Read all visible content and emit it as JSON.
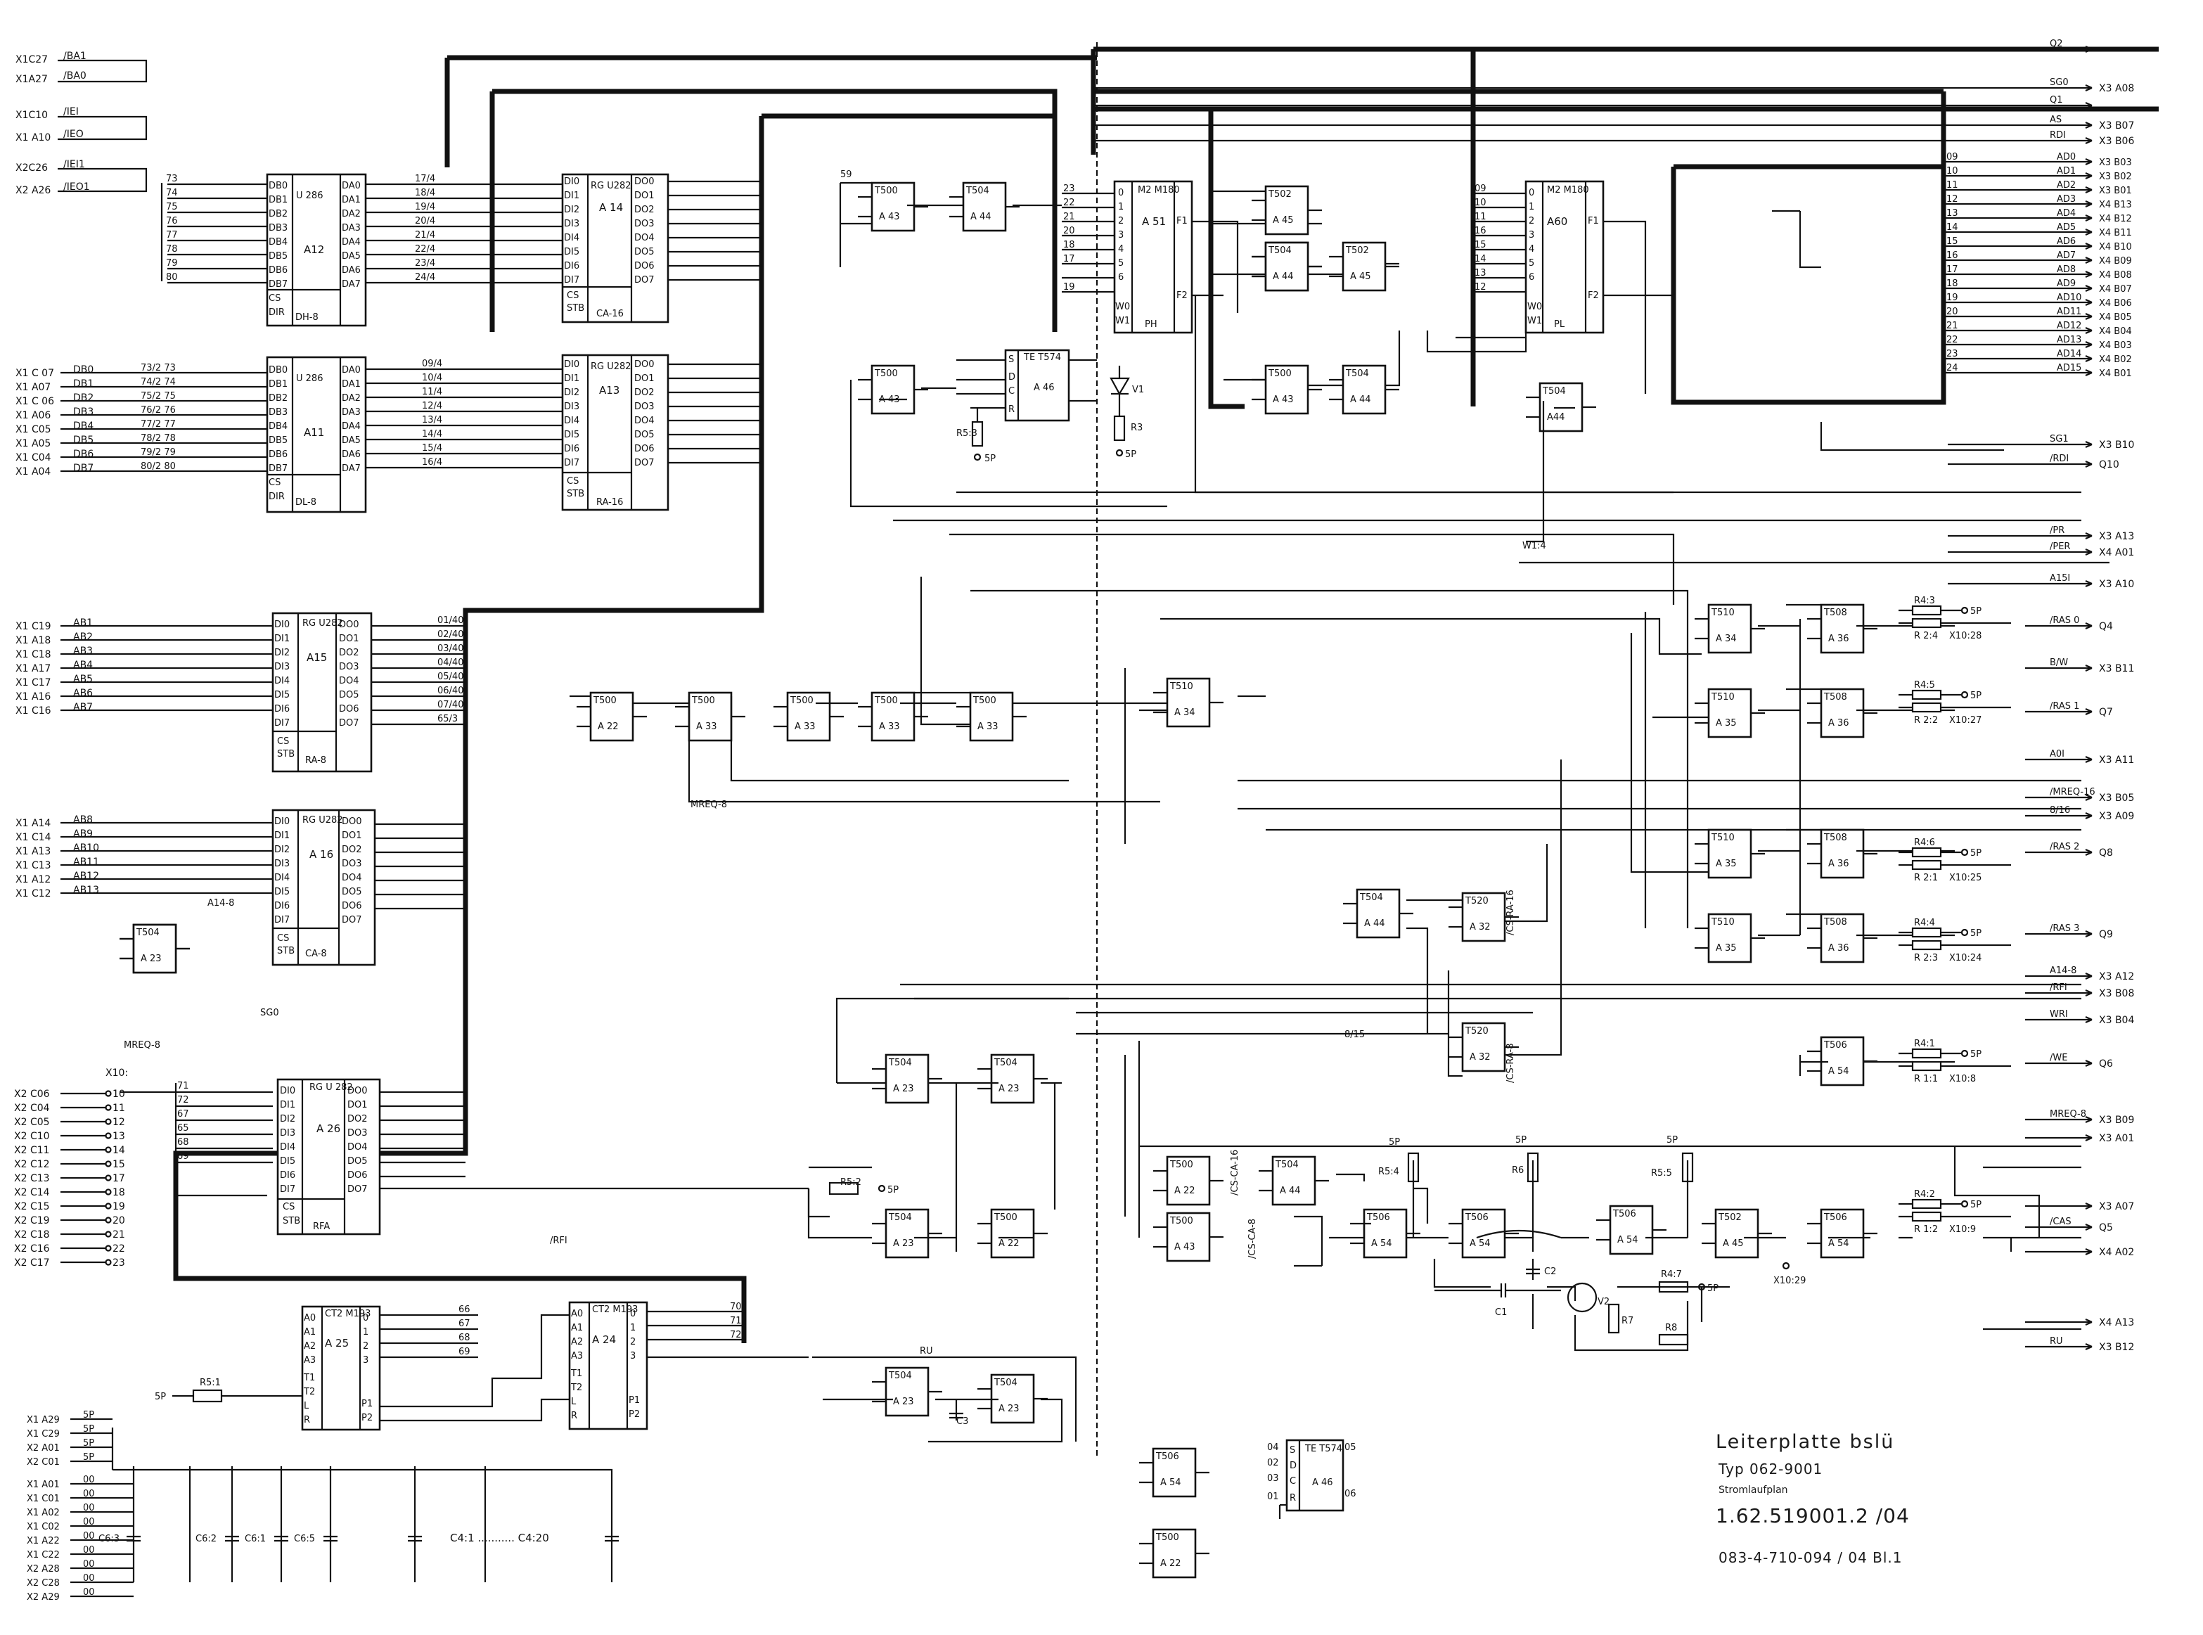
{
  "title_block": {
    "board": "Leiterplatte bslü",
    "type": "Typ 062-9001",
    "sheet_kind": "Stromlaufplan",
    "drawing_no": "1.62.519001.2 /04",
    "doc_no": "083-4-710-094    / 04 Bl.1"
  },
  "left_connectors": {
    "control": [
      {
        "pin": "X1C27",
        "sig": "/BA1"
      },
      {
        "pin": "X1A27",
        "sig": "/BA0"
      },
      {
        "pin": "X1C10",
        "sig": "/IEI"
      },
      {
        "pin": "X1 A10",
        "sig": "/IEO"
      },
      {
        "pin": "X2C26",
        "sig": "/IEI1"
      },
      {
        "pin": "X2 A26",
        "sig": "/IEO1"
      }
    ],
    "data": [
      {
        "pin": "X1 C 07",
        "sig": "DB0"
      },
      {
        "pin": "X1 A07",
        "sig": "DB1"
      },
      {
        "pin": "X1 C 06",
        "sig": "DB2"
      },
      {
        "pin": "X1 A06",
        "sig": "DB3"
      },
      {
        "pin": "X1 C05",
        "sig": "DB4"
      },
      {
        "pin": "X1 A05",
        "sig": "DB5"
      },
      {
        "pin": "X1 C04",
        "sig": "DB6"
      },
      {
        "pin": "X1 A04",
        "sig": "DB7"
      }
    ],
    "addr_low": [
      {
        "pin": "X1 C19",
        "sig": "AB1"
      },
      {
        "pin": "X1 A18",
        "sig": "AB2"
      },
      {
        "pin": "X1 C18",
        "sig": "AB3"
      },
      {
        "pin": "X1 A17",
        "sig": "AB4"
      },
      {
        "pin": "X1 C17",
        "sig": "AB5"
      },
      {
        "pin": "X1 A16",
        "sig": "AB6"
      },
      {
        "pin": "X1 C16",
        "sig": "AB7"
      }
    ],
    "addr_high": [
      {
        "pin": "X1 A14",
        "sig": "AB8"
      },
      {
        "pin": "X1 C14",
        "sig": "AB9"
      },
      {
        "pin": "X1 A13",
        "sig": "AB10"
      },
      {
        "pin": "X1 C13",
        "sig": "AB11"
      },
      {
        "pin": "X1 A12",
        "sig": "AB12"
      },
      {
        "pin": "X1 C12",
        "sig": "AB13"
      }
    ],
    "x10_header": "X10:",
    "x10": [
      {
        "pin": "X2 C06",
        "n": "10"
      },
      {
        "pin": "X2 C04",
        "n": "11"
      },
      {
        "pin": "X2 C05",
        "n": "12"
      },
      {
        "pin": "X2 C10",
        "n": "13"
      },
      {
        "pin": "X2 C11",
        "n": "14"
      },
      {
        "pin": "X2 C12",
        "n": "15"
      },
      {
        "pin": "X2 C13",
        "n": "17"
      },
      {
        "pin": "X2 C14",
        "n": "18"
      },
      {
        "pin": "X2 C15",
        "n": "19"
      },
      {
        "pin": "X2 C19",
        "n": "20"
      },
      {
        "pin": "X2 C18",
        "n": "21"
      },
      {
        "pin": "X2 C16",
        "n": "22"
      },
      {
        "pin": "X2 C17",
        "n": "23"
      }
    ],
    "power": [
      {
        "pin": "X1 A29",
        "sig": "5P"
      },
      {
        "pin": "X1 C29",
        "sig": "5P"
      },
      {
        "pin": "X2 A01",
        "sig": "5P"
      },
      {
        "pin": "X2 C01",
        "sig": "5P"
      },
      {
        "pin": "X1 A01",
        "sig": "00"
      },
      {
        "pin": "X1 C01",
        "sig": "00"
      },
      {
        "pin": "X1 A02",
        "sig": "00"
      },
      {
        "pin": "X1 C02",
        "sig": "00"
      },
      {
        "pin": "X1 A22",
        "sig": "00"
      },
      {
        "pin": "X1 C22",
        "sig": "00"
      },
      {
        "pin": "X2 A28",
        "sig": "00"
      },
      {
        "pin": "X2 C28",
        "sig": "00"
      },
      {
        "pin": "X2 A29",
        "sig": "00"
      }
    ]
  },
  "right_outputs": {
    "top": [
      {
        "sig": "Q2",
        "dest": ""
      },
      {
        "sig": "SG0",
        "dest": "X3 A08"
      },
      {
        "sig": "Q1",
        "dest": ""
      },
      {
        "sig": "AS",
        "dest": "X3 B07"
      },
      {
        "sig": "RDI",
        "dest": "X3 B06"
      }
    ],
    "addr_pins": [
      "09",
      "10",
      "11",
      "12",
      "13",
      "14",
      "15",
      "16",
      "17",
      "18",
      "19",
      "20",
      "21",
      "22",
      "23",
      "24"
    ],
    "addr": [
      {
        "sig": "AD0",
        "dest": "X3 B03"
      },
      {
        "sig": "AD1",
        "dest": "X3 B02"
      },
      {
        "sig": "AD2",
        "dest": "X3 B01"
      },
      {
        "sig": "AD3",
        "dest": "X4 B13"
      },
      {
        "sig": "AD4",
        "dest": "X4 B12"
      },
      {
        "sig": "AD5",
        "dest": "X4 B11"
      },
      {
        "sig": "AD6",
        "dest": "X4 B10"
      },
      {
        "sig": "AD7",
        "dest": "X4 B09"
      },
      {
        "sig": "AD8",
        "dest": "X4 B08"
      },
      {
        "sig": "AD9",
        "dest": "X4 B07"
      },
      {
        "sig": "AD10",
        "dest": "X4 B06"
      },
      {
        "sig": "AD11",
        "dest": "X4 B05"
      },
      {
        "sig": "AD12",
        "dest": "X4 B04"
      },
      {
        "sig": "AD13",
        "dest": "X4 B03"
      },
      {
        "sig": "AD14",
        "dest": "X4 B02"
      },
      {
        "sig": "AD15",
        "dest": "X4 B01"
      }
    ],
    "mid": [
      {
        "sig": "SG1",
        "dest": "X3 B10"
      },
      {
        "sig": "/RDI",
        "dest": "Q10"
      },
      {
        "sig": "/PR",
        "dest": "X3 A13"
      },
      {
        "sig": "/PER",
        "dest": "X4 A01"
      },
      {
        "sig": "A15I",
        "dest": "X3 A10"
      }
    ],
    "lower": [
      {
        "sig": "/RAS 0",
        "dest": "Q4"
      },
      {
        "sig": "B/W",
        "dest": "X3 B11"
      },
      {
        "sig": "/RAS 1",
        "dest": "Q7"
      },
      {
        "sig": "A0I",
        "dest": "X3 A11"
      },
      {
        "sig": "/MREQ-16",
        "dest": "X3 B05"
      },
      {
        "sig": "8/16",
        "dest": "X3 A09"
      },
      {
        "sig": "/RAS 2",
        "dest": "Q8"
      },
      {
        "sig": "/RAS 3",
        "dest": "Q9"
      },
      {
        "sig": "A14-8",
        "dest": "X3 A12"
      },
      {
        "sig": "/RFI",
        "dest": "X3 B08"
      },
      {
        "sig": "WRI",
        "dest": "X3 B04"
      },
      {
        "sig": "/WE",
        "dest": "Q6"
      },
      {
        "sig": "MREQ-8",
        "dest": "X3 B09"
      },
      {
        "sig": "",
        "dest": "X3 A01"
      },
      {
        "sig": "",
        "dest": "X3 A07"
      },
      {
        "sig": "/CAS",
        "dest": "Q5"
      },
      {
        "sig": "",
        "dest": "X4 A02"
      },
      {
        "sig": "",
        "dest": "X4 A13"
      },
      {
        "sig": "RU",
        "dest": "X3 B12"
      }
    ]
  },
  "ics": {
    "A12": {
      "top": "U 286",
      "ref": "A12",
      "mark": "DH-8"
    },
    "A11": {
      "top": "U 286",
      "ref": "A11",
      "mark": "DL-8"
    },
    "A14": {
      "top": "RG U282",
      "ref": "A 14",
      "mark": "CA-16"
    },
    "A13": {
      "top": "RG U282",
      "ref": "A13",
      "mark": "RA-16"
    },
    "A15": {
      "top": "RG U282",
      "ref": "A15",
      "mark": "RA-8"
    },
    "A16": {
      "top": "RG U282",
      "ref": "A 16",
      "mark": "CA-8"
    },
    "A26": {
      "top": "RG U 282",
      "ref": "A 26",
      "mark": "RFA"
    },
    "A25": {
      "top": "CT2 M193",
      "ref": "A 25"
    },
    "A24": {
      "top": "CT2 M193",
      "ref": "A 24"
    },
    "A51": {
      "top": "M2 M180",
      "ref": "A 51",
      "mark": "PH"
    },
    "A60": {
      "top": "M2 M180",
      "ref": "A60",
      "mark": "PL"
    },
    "A46": {
      "top": "TE T574",
      "ref": "A 46"
    }
  },
  "gates": [
    {
      "t": "T500",
      "r": "A 43"
    },
    {
      "t": "T504",
      "r": "A 44"
    },
    {
      "t": "T502",
      "r": "A 45"
    },
    {
      "t": "T502",
      "r": "A 45"
    },
    {
      "t": "T502",
      "r": "A 45"
    },
    {
      "t": "T504",
      "r": "A 44"
    },
    {
      "t": "T500",
      "r": "A 43"
    },
    {
      "t": "T500",
      "r": "A 43"
    },
    {
      "t": "T504",
      "r": "A 44"
    },
    {
      "t": "T504",
      "r": "A44"
    },
    {
      "t": "T500",
      "r": "A 22"
    },
    {
      "t": "T500",
      "r": "A 33"
    },
    {
      "t": "T500",
      "r": "A 33"
    },
    {
      "t": "T500",
      "r": "A 33"
    },
    {
      "t": "T500",
      "r": "A 33"
    },
    {
      "t": "T510",
      "r": "A 34"
    },
    {
      "t": "T510",
      "r": "A 34"
    },
    {
      "t": "T510",
      "r": "A 35"
    },
    {
      "t": "T510",
      "r": "A 35"
    },
    {
      "t": "T510",
      "r": "A 35"
    },
    {
      "t": "T508",
      "r": "A 36"
    },
    {
      "t": "T508",
      "r": "A 36"
    },
    {
      "t": "T508",
      "r": "A 36"
    },
    {
      "t": "T508",
      "r": "A 36"
    },
    {
      "t": "T504",
      "r": "A 23"
    },
    {
      "t": "T504",
      "r": "A 44"
    },
    {
      "t": "T520",
      "r": "A 32"
    },
    {
      "t": "T520",
      "r": "A 32"
    },
    {
      "t": "T504",
      "r": "A 23"
    },
    {
      "t": "T504",
      "r": "A 23"
    },
    {
      "t": "T506",
      "r": "A 54"
    },
    {
      "t": "T504",
      "r": "A 23"
    },
    {
      "t": "T500",
      "r": "A 22"
    },
    {
      "t": "T500",
      "r": "A 22"
    },
    {
      "t": "T500",
      "r": "A 43"
    },
    {
      "t": "T504",
      "r": "A 44"
    },
    {
      "t": "T506",
      "r": "A 54"
    },
    {
      "t": "T506",
      "r": "A 54"
    },
    {
      "t": "T506",
      "r": "A 54"
    },
    {
      "t": "T502",
      "r": "A 45"
    },
    {
      "t": "T506",
      "r": "A 54"
    },
    {
      "t": "T504",
      "r": "A 23"
    },
    {
      "t": "T504",
      "r": "A 23"
    },
    {
      "t": "T506",
      "r": "A 54"
    },
    {
      "t": "T500",
      "r": "A 22"
    },
    {
      "t": "T504",
      "r": "A 23"
    }
  ],
  "resistors": [
    {
      "ref": "R4:3",
      "alt": "R 2:4",
      "out": "X10:28"
    },
    {
      "ref": "R4:5",
      "alt": "R 2:2",
      "out": "X10:27"
    },
    {
      "ref": "R4:6",
      "alt": "R 2:1",
      "out": "X10:25"
    },
    {
      "ref": "R4:4",
      "alt": "R 2:3",
      "out": "X10:24"
    },
    {
      "ref": "R4:1",
      "alt": "R 1:1",
      "out": "X10:8"
    },
    {
      "ref": "R4:2",
      "alt": "R 1:2",
      "out": "X10:9"
    }
  ],
  "misc": {
    "v1": "V1",
    "r3": "R3",
    "r53": "R5:3",
    "r52": "R5:2",
    "r51": "R5:1",
    "r54": "R5:4",
    "r55": "R5:5",
    "r6": "R6",
    "r7": "R7",
    "r8": "R8",
    "r47": "R4:7",
    "c1": "C1",
    "c2": "C2",
    "c3": "C3",
    "v2": "V2",
    "p5": "5P",
    "w14": "W1:4",
    "x1029": "X10:29",
    "mreq8": "MREQ-8",
    "sg0": "SG0",
    "a148": "A14-8",
    "rfi": "/RFI",
    "ru": "RU",
    "_815": "8/15",
    "cs_ra16": "/CS-RA-16",
    "cs_ra8": "/CS-RA-8",
    "cs_ca16": "/CS-CA-16",
    "cs_ca8": "/CS-CA-8",
    "caps": [
      "C6:3",
      "C6:2",
      "C6:1",
      "C6:5"
    ],
    "cap_range": "C4:1 ........... C4:20"
  }
}
